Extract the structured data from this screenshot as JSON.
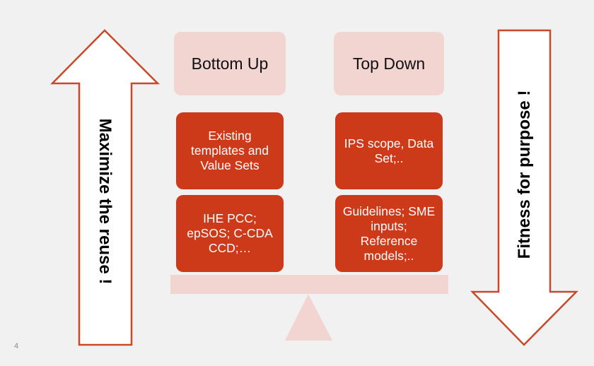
{
  "left_arrow": {
    "label": "Maximize the reuse !"
  },
  "right_arrow": {
    "label": "Fitness for purpose !"
  },
  "columns": [
    {
      "header": "Bottom Up",
      "boxes": [
        "Existing templates and Value Sets",
        "IHE PCC; epSOS; C-CDA CCD;…"
      ]
    },
    {
      "header": "Top Down",
      "boxes": [
        "IPS scope, Data Set;..",
        "Guidelines; SME inputs; Reference models;.."
      ]
    }
  ],
  "page_number": "4",
  "colors": {
    "accent_red": "#cc3a1a",
    "light_pink": "#f2d4d1",
    "arrow_outline": "#c8482a"
  }
}
